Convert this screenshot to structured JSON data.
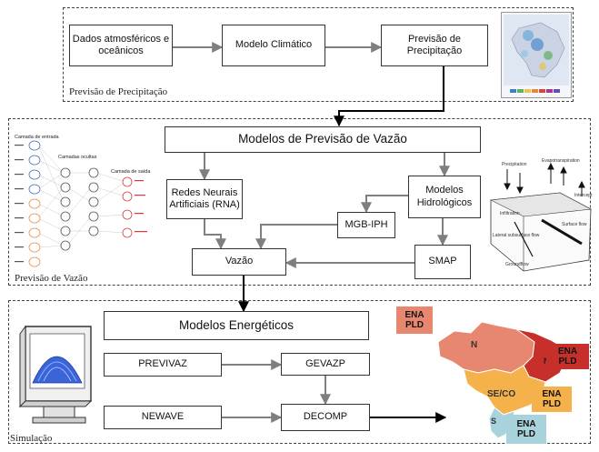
{
  "panels": {
    "precip": "Previsão de Precipitação",
    "flow": "Previsão de Vazão",
    "sim": "Simulação"
  },
  "boxes": {
    "atmos": "Dados atmosféricos e oceânicos",
    "climate": "Modelo Climático",
    "precip_forecast": "Previsão de Precipitação",
    "flow_models": "Modelos de Previsão de Vazão",
    "rna": "Redes Neurais Artificiais (RNA)",
    "hydro": "Modelos Hidrológicos",
    "mgb": "MGB-IPH",
    "vazao": "Vazão",
    "smap": "SMAP",
    "energy": "Modelos Energéticos",
    "previvaz": "PREVIVAZ",
    "gevazp": "GEVAZP",
    "newave": "NEWAVE",
    "decomp": "DECOMP"
  },
  "nn": {
    "input_layer": "Camada de entrada",
    "hidden_layers": "Camadas ocultas",
    "output_layer": "Camada de saída"
  },
  "hydro_illus": {
    "precipitation": "Precipitation",
    "evapotranspiration": "Evapotranspiration",
    "interception": "Intercept",
    "infiltration": "Infiltration",
    "surface_flow": "Surface flow",
    "lateral_flow": "Lateral subsurface flow",
    "groundwater": "Groundflow"
  },
  "map": {
    "regions": [
      "N",
      "NE",
      "SE/CO",
      "S"
    ],
    "tag_line1": "ENA",
    "tag_line2": "PLD",
    "colors": {
      "N": "#e8876f",
      "NE": "#c62f2a",
      "SECO": "#f6b24a",
      "S": "#a9d3dc"
    }
  }
}
